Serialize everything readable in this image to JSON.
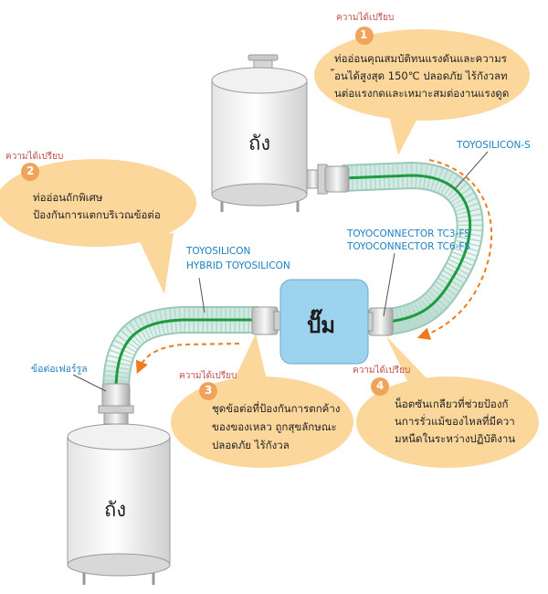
{
  "tanks": {
    "top_label": "ถัง",
    "bottom_label": "ถัง"
  },
  "pump": {
    "label": "ปั๊ม"
  },
  "colors": {
    "bubble_fill": "#fbd79c",
    "badge_fill": "#f0a45b",
    "pump_fill": "#9ed3ef",
    "hose_line": "#1e9b3f",
    "arrow_dash": "#ef7a1f",
    "label_blue": "#1a7fc1",
    "advantage_red": "#c0504d"
  },
  "advantages": [
    {
      "number": "1",
      "heading": "ความได้เปรียบ",
      "lines": [
        "ท่ออ่อนคุณสมบัติทนแรงดันและความร",
        "้อนได้สูงสุด 150℃ ปลอดภัย ไร้กังวลท",
        "นต่อแรงกดและเหมาะสมต่องานแรงดูด"
      ]
    },
    {
      "number": "2",
      "heading": "ความได้เปรียบ",
      "lines": [
        "ท่ออ่อนถักพิเศษ",
        "ป้องกันการแตกบริเวณข้อต่อ"
      ]
    },
    {
      "number": "3",
      "heading": "ความได้เปรียบ",
      "lines": [
        "ชุดข้อต่อที่ป้องกันการตกค้าง",
        "ของของเหลว ถูกสุขลักษณะ",
        "ปลอดภัย ไร้กังวล"
      ]
    },
    {
      "number": "4",
      "heading": "ความได้เปรียบ",
      "lines": [
        "น็อตซันเกลียวที่ช่วยป้องกั",
        "นการรั่วแม้ของไหลที่มีควา",
        "มหนืดในระหว่างปฏิบัติงาน"
      ]
    }
  ],
  "labels": {
    "hose_right": "TOYOSILICON-S",
    "connectors": [
      "TOYOCONNECTOR TC3-FS",
      "TOYOCONNECTOR TC6-FS"
    ],
    "hose_left": [
      "TOYOSILICON",
      "HYBRID TOYOSILICON"
    ],
    "ferrule": "ข้อต่อเฟอร์รูล"
  }
}
